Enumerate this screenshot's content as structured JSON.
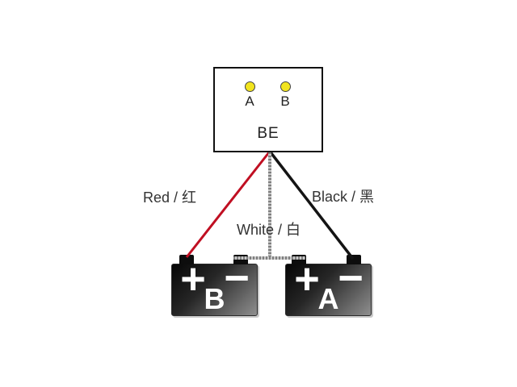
{
  "device": {
    "label": "BE",
    "led_color": "#f2e41e",
    "led_border_color": "#444444",
    "leds": [
      {
        "id": "A",
        "label": "A"
      },
      {
        "id": "B",
        "label": "B"
      }
    ]
  },
  "wires": [
    {
      "id": "red",
      "label": "Red / 红",
      "color": "#c00f22"
    },
    {
      "id": "white",
      "label": "White / 白",
      "color": "#c8c8c8",
      "hatch_color": "#7f7f7f"
    },
    {
      "id": "black",
      "label": "Black / 黑",
      "color": "#141414"
    }
  ],
  "batteries": [
    {
      "id": "B",
      "label": "B",
      "plus": "+",
      "minus": "−"
    },
    {
      "id": "A",
      "label": "A",
      "plus": "+",
      "minus": "−"
    }
  ],
  "colors": {
    "background": "#ffffff",
    "box_border": "#111111",
    "label_text": "#333333",
    "battery_dark": "#060606",
    "battery_light": "#8f8f8f",
    "terminal": "#0d0d0d"
  }
}
